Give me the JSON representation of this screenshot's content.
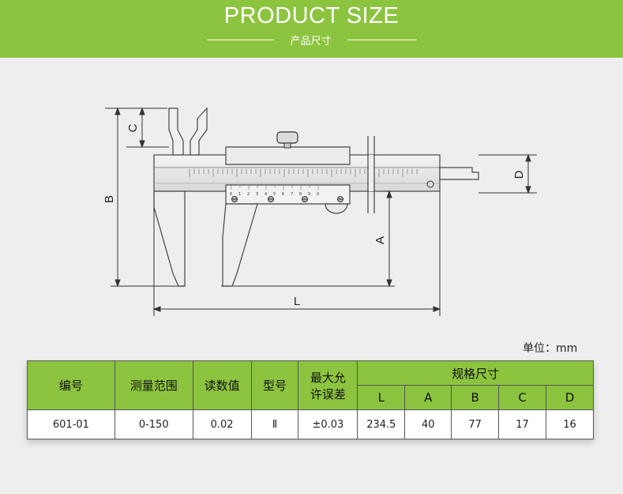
{
  "banner": {
    "title": "PRODUCT  SIZE",
    "subtitle": "产品尺寸",
    "color": "#8cc43f"
  },
  "diagram": {
    "labels": {
      "c": "C",
      "b": "B",
      "d": "D",
      "a": "A",
      "l": "L"
    },
    "scale_numbers": [
      "0",
      "1",
      "2",
      "3",
      "4",
      "5",
      "6",
      "7",
      "8",
      "9",
      "0"
    ]
  },
  "unit_label": "单位：mm",
  "table": {
    "headers": {
      "code": "编号",
      "range": "测量范围",
      "reading": "读数值",
      "model": "型号",
      "error_line1": "最大允",
      "error_line2": "许误差",
      "spec_group": "规格尺寸",
      "L": "L",
      "A": "A",
      "B": "B",
      "C": "C",
      "D": "D"
    },
    "row": {
      "code": "601-01",
      "range": "0-150",
      "reading": "0.02",
      "model": "Ⅱ",
      "error": "±0.03",
      "L": "234.5",
      "A": "40",
      "B": "77",
      "C": "17",
      "D": "16"
    }
  }
}
